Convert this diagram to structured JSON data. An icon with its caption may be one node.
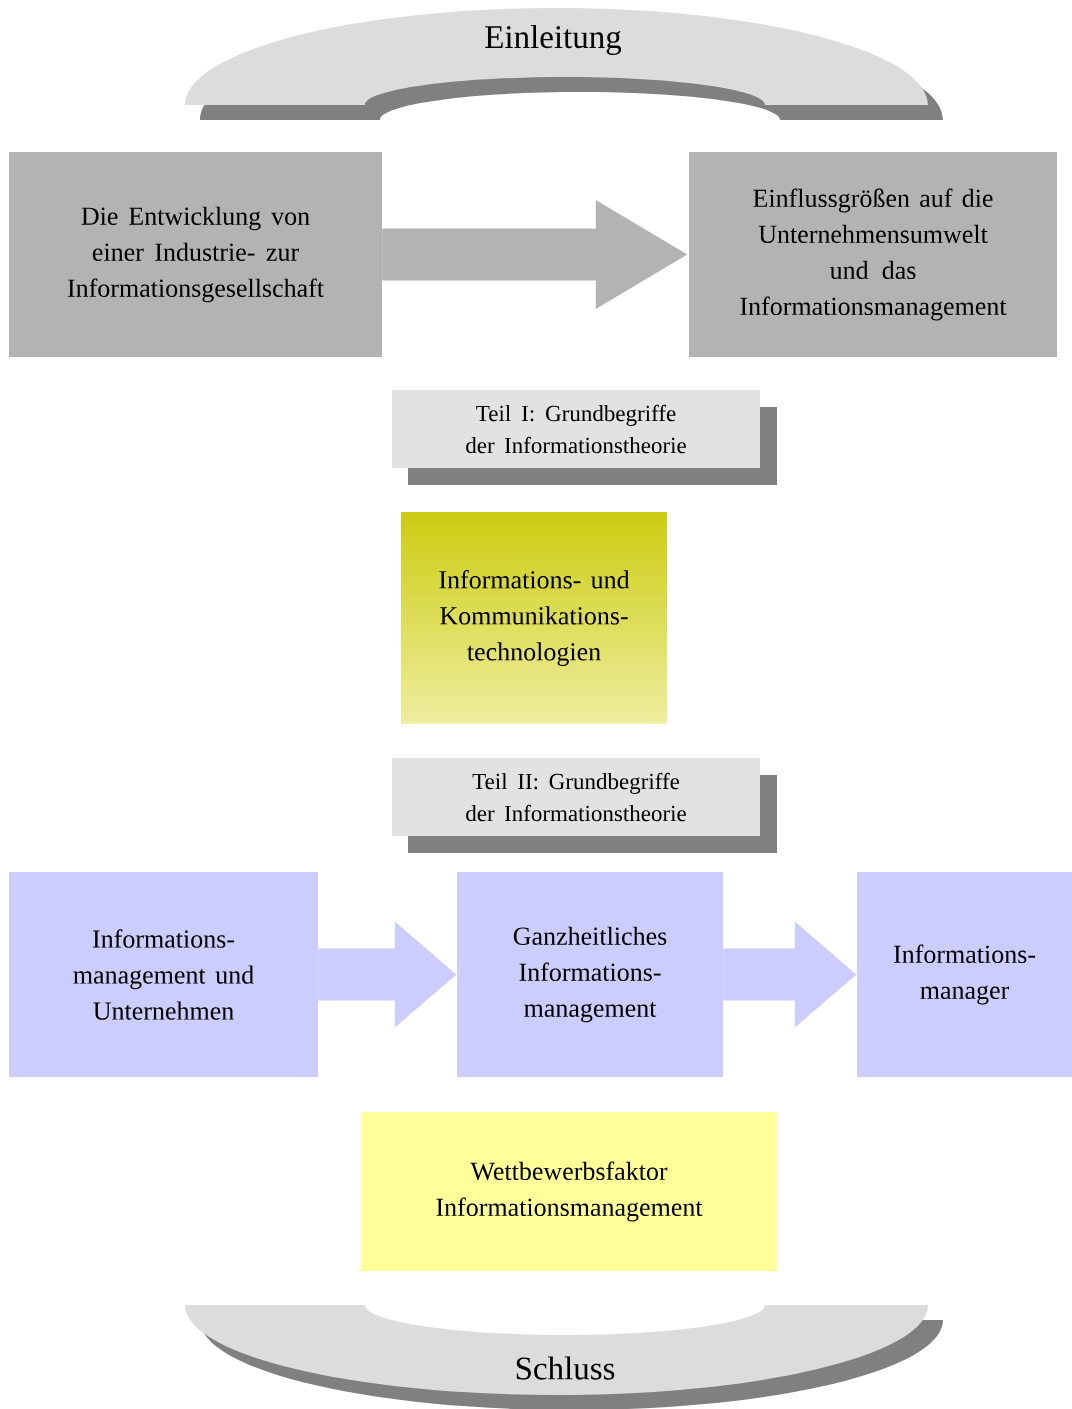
{
  "diagram": {
    "nodes": [
      {
        "text": [
          "Einleitung"
        ]
      },
      {
        "text": [
          "Die Entwicklung von einer Industrie- zur Informationsgesellschaft"
        ]
      },
      {
        "text": [
          "Einflussgrößen auf die Unternehmensumwelt und das Informationsmanagement"
        ]
      },
      {
        "text": [
          "Teil I: Grundbegriffe der Informationstheorie"
        ]
      },
      {
        "text": [
          "Informations- und Kommunikations- technologien"
        ]
      },
      {
        "text": [
          "Teil II: Grundbegriffe der Informationstheorie"
        ]
      },
      {
        "text": [
          "Informations- management und Unternehmen"
        ]
      },
      {
        "text": [
          "Ganzheitliches Informations- management"
        ]
      },
      {
        "text": [
          "Informations- manager"
        ]
      },
      {
        "text": [
          "Wettbewerbsfaktor Informationsmanagement"
        ]
      },
      {
        "text": [
          "Schluss"
        ]
      }
    ],
    "edges": [
      {
        "from": 1,
        "to": 2,
        "arrow": "to",
        "color": "#b3b3b3"
      },
      {
        "from": 6,
        "to": 7,
        "arrow": "to",
        "color": "#ccccff"
      },
      {
        "from": 7,
        "to": 8,
        "arrow": "to",
        "color": "#ccccff"
      }
    ]
  }
}
